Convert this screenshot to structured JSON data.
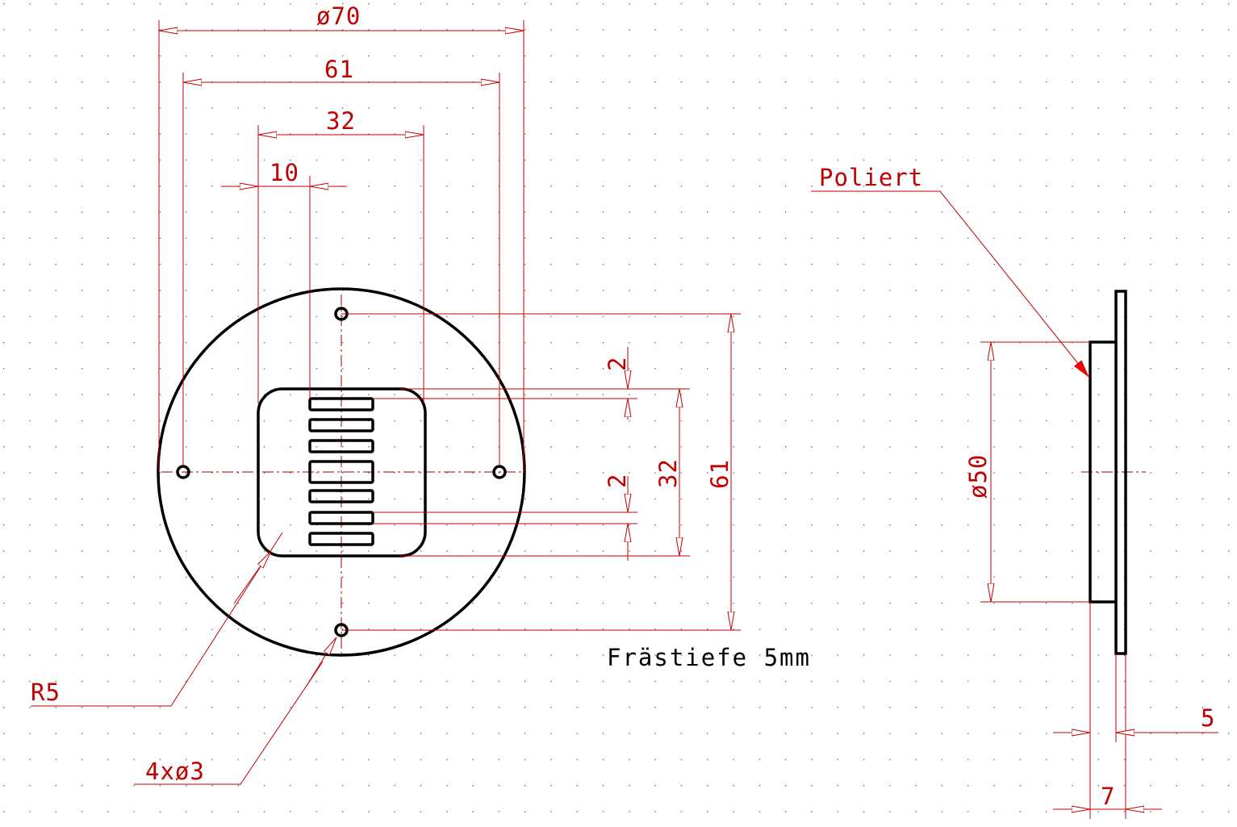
{
  "drawing": {
    "dim_outer_diameter": "ø70",
    "dim_hole_spacing_h": "61",
    "dim_pocket_width": "32",
    "dim_slot_offset": "10",
    "dim_slot_gap_top": "2",
    "dim_slot_gap_bottom": "2",
    "dim_pocket_height": "32",
    "dim_hole_spacing_v": "61",
    "note_polished": "Poliert",
    "note_radius": "R5",
    "note_holes": "4xø3",
    "note_mill_depth": "Frästiefe 5mm",
    "dim_boss_diameter": "ø50",
    "dim_plate_thickness": "5",
    "dim_total_thickness": "7"
  },
  "colors": {
    "dimension": "#c00000",
    "geometry": "#000000",
    "grid": "#555555"
  }
}
